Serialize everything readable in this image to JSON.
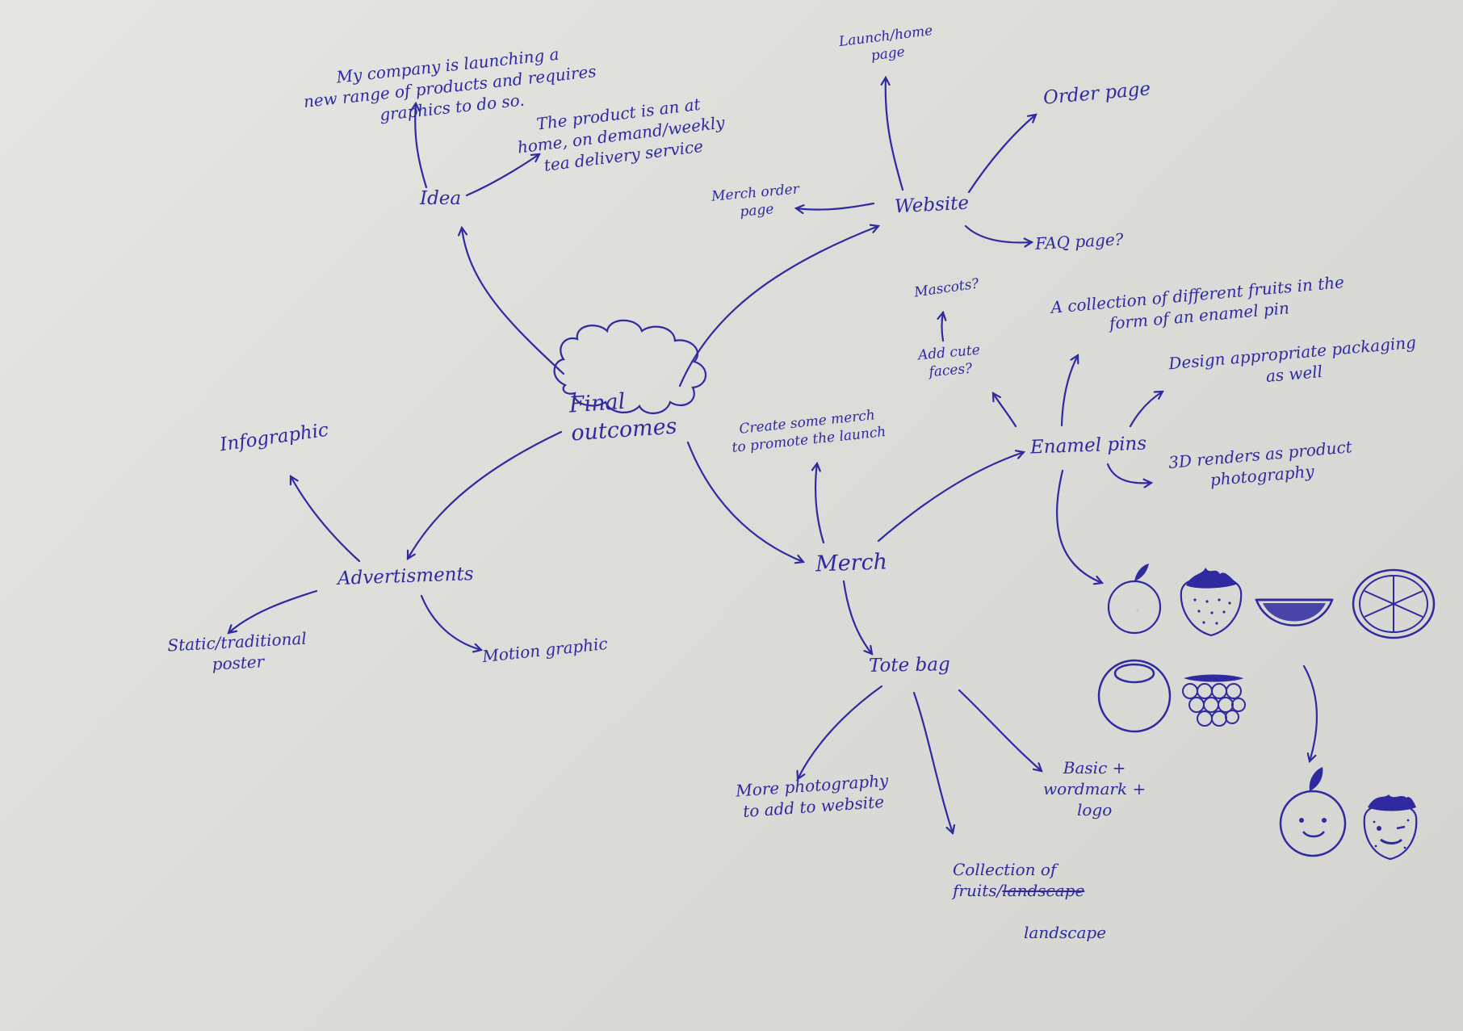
{
  "mindmap": {
    "center": "Final\noutcomes",
    "idea": {
      "label": "Idea",
      "note_company": "My company is launching a\nnew range of products and requires\ngraphics to do so.",
      "note_product": "The product is an at\nhome, on demand/weekly\ntea delivery service"
    },
    "website": {
      "label": "Website",
      "launch_page": "Launch/home\npage",
      "order_page": "Order page",
      "merch_order_page": "Merch order\npage",
      "faq_page": "FAQ page?"
    },
    "advertisements": {
      "label": "Advertisments",
      "infographic": "Infographic",
      "poster": "Static/traditional\nposter",
      "motion": "Motion graphic"
    },
    "merch": {
      "label": "Merch",
      "promote": "Create some merch\nto promote the launch"
    },
    "enamel_pins": {
      "label": "Enamel pins",
      "mascots": "Mascots?",
      "cute_faces": "Add cute\nfaces?",
      "collection": "A collection of different fruits in the\nform of an enamel pin",
      "packaging": "Design appropriate packaging\nas well",
      "renders": "3D renders as product\nphotography"
    },
    "tote_bag": {
      "label": "Tote bag",
      "photography": "More photography\nto add to website",
      "collection_a": "Collection of\nfruits/",
      "collection_struck": "landscape",
      "collection_b": "landscape",
      "basic": "Basic +\nwordmark +\nlogo"
    }
  },
  "colors": {
    "ink": "#2f2aa0",
    "paper": "#dedeDA"
  },
  "icons": [
    "orange-icon",
    "strawberry-icon",
    "watermelon-icon",
    "lemon-slice-icon",
    "apple-icon",
    "grapes-icon",
    "orange-face-icon",
    "strawberry-face-icon"
  ]
}
